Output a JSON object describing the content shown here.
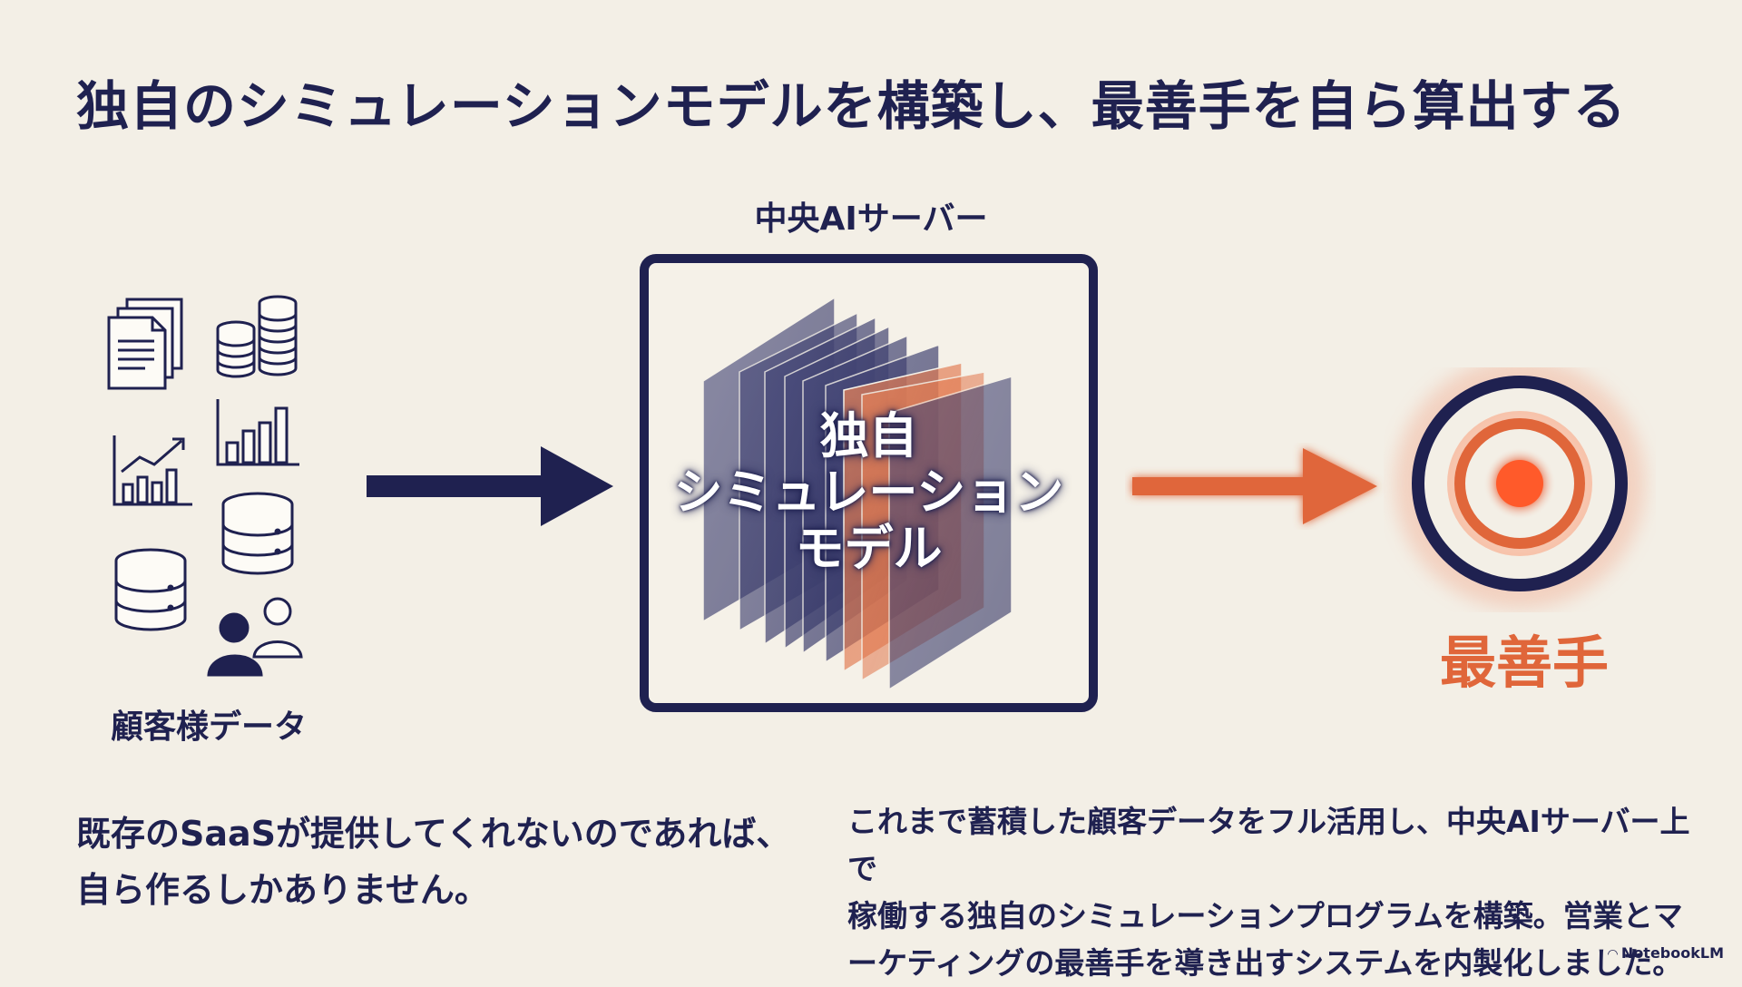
{
  "title": "独自のシミュレーションモデルを構築し、最善手を自ら算出する",
  "server": {
    "label": "中央AIサーバー",
    "model_lines": [
      "独自",
      "シミュレーション",
      "モデル"
    ]
  },
  "input": {
    "label": "顧客様データ",
    "icons": [
      "documents-icon",
      "coin-stack-icon",
      "bar-chart-icon",
      "line-chart-icon",
      "database-icon",
      "database-icon",
      "users-icon"
    ]
  },
  "output": {
    "label": "最善手"
  },
  "notes": {
    "left": [
      "既存のSaaSが提供してくれないのであれば、",
      "自ら作るしかありません。"
    ],
    "right": [
      "これまで蓄積した顧客データをフル活用し、中央AIサーバー上で",
      "稼働する独自のシミュレーションプログラムを構築。営業とマ",
      "ーケティングの最善手を導き出すシステムを内製化しました。"
    ]
  },
  "watermark": "NotebookLM",
  "colors": {
    "navy": "#1f2150",
    "orange": "#e0663a",
    "background": "#f3efe6"
  }
}
